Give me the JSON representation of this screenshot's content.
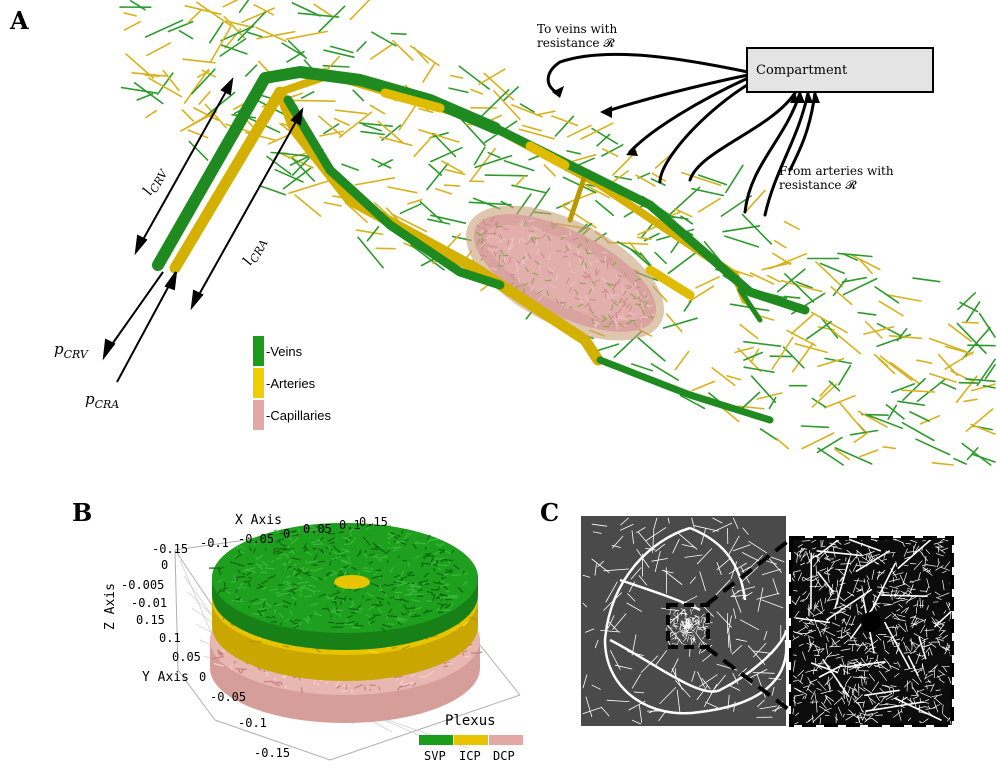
{
  "panelA": {
    "letter": "A",
    "annotation_veins": "To veins with\nresistance 𝓡",
    "annotation_arteries": "From arteries with\nresistance 𝓡",
    "compartment_label": "Compartment",
    "length_veins": "l",
    "length_veins_sub": "CRV",
    "length_arteries": "l",
    "length_arteries_sub": "CRA",
    "pressure_veins": "p",
    "pressure_veins_sub": "CRV",
    "pressure_arteries": "p",
    "pressure_arteries_sub": "CRA",
    "legend": [
      {
        "label": "-Veins",
        "color": "#1a9c1a"
      },
      {
        "label": "-Arteries",
        "color": "#e8c400"
      },
      {
        "label": "-Capillaries",
        "color": "#e3a7a4"
      }
    ]
  },
  "panelB": {
    "letter": "B",
    "x_axis_title": "X Axis",
    "y_axis_title": "Y Axis",
    "z_axis_title": "Z Axis",
    "x_ticks": [
      "-0.15",
      "-0.1",
      "-0.05",
      "0",
      "0.05",
      "0.1",
      "0.15"
    ],
    "y_ticks": [
      "0.15",
      "0.1",
      "0.05",
      "0",
      "-0.05",
      "-0.1",
      "-0.15"
    ],
    "z_ticks": [
      "0",
      "-0.005",
      "-0.01"
    ],
    "plexus_title": "Plexus",
    "plexus": [
      {
        "label": "SVP",
        "color": "#1a9c1a"
      },
      {
        "label": "ICP",
        "color": "#e8c400"
      },
      {
        "label": "DCP",
        "color": "#e3a7a4"
      }
    ]
  },
  "panelC": {
    "letter": "C"
  }
}
